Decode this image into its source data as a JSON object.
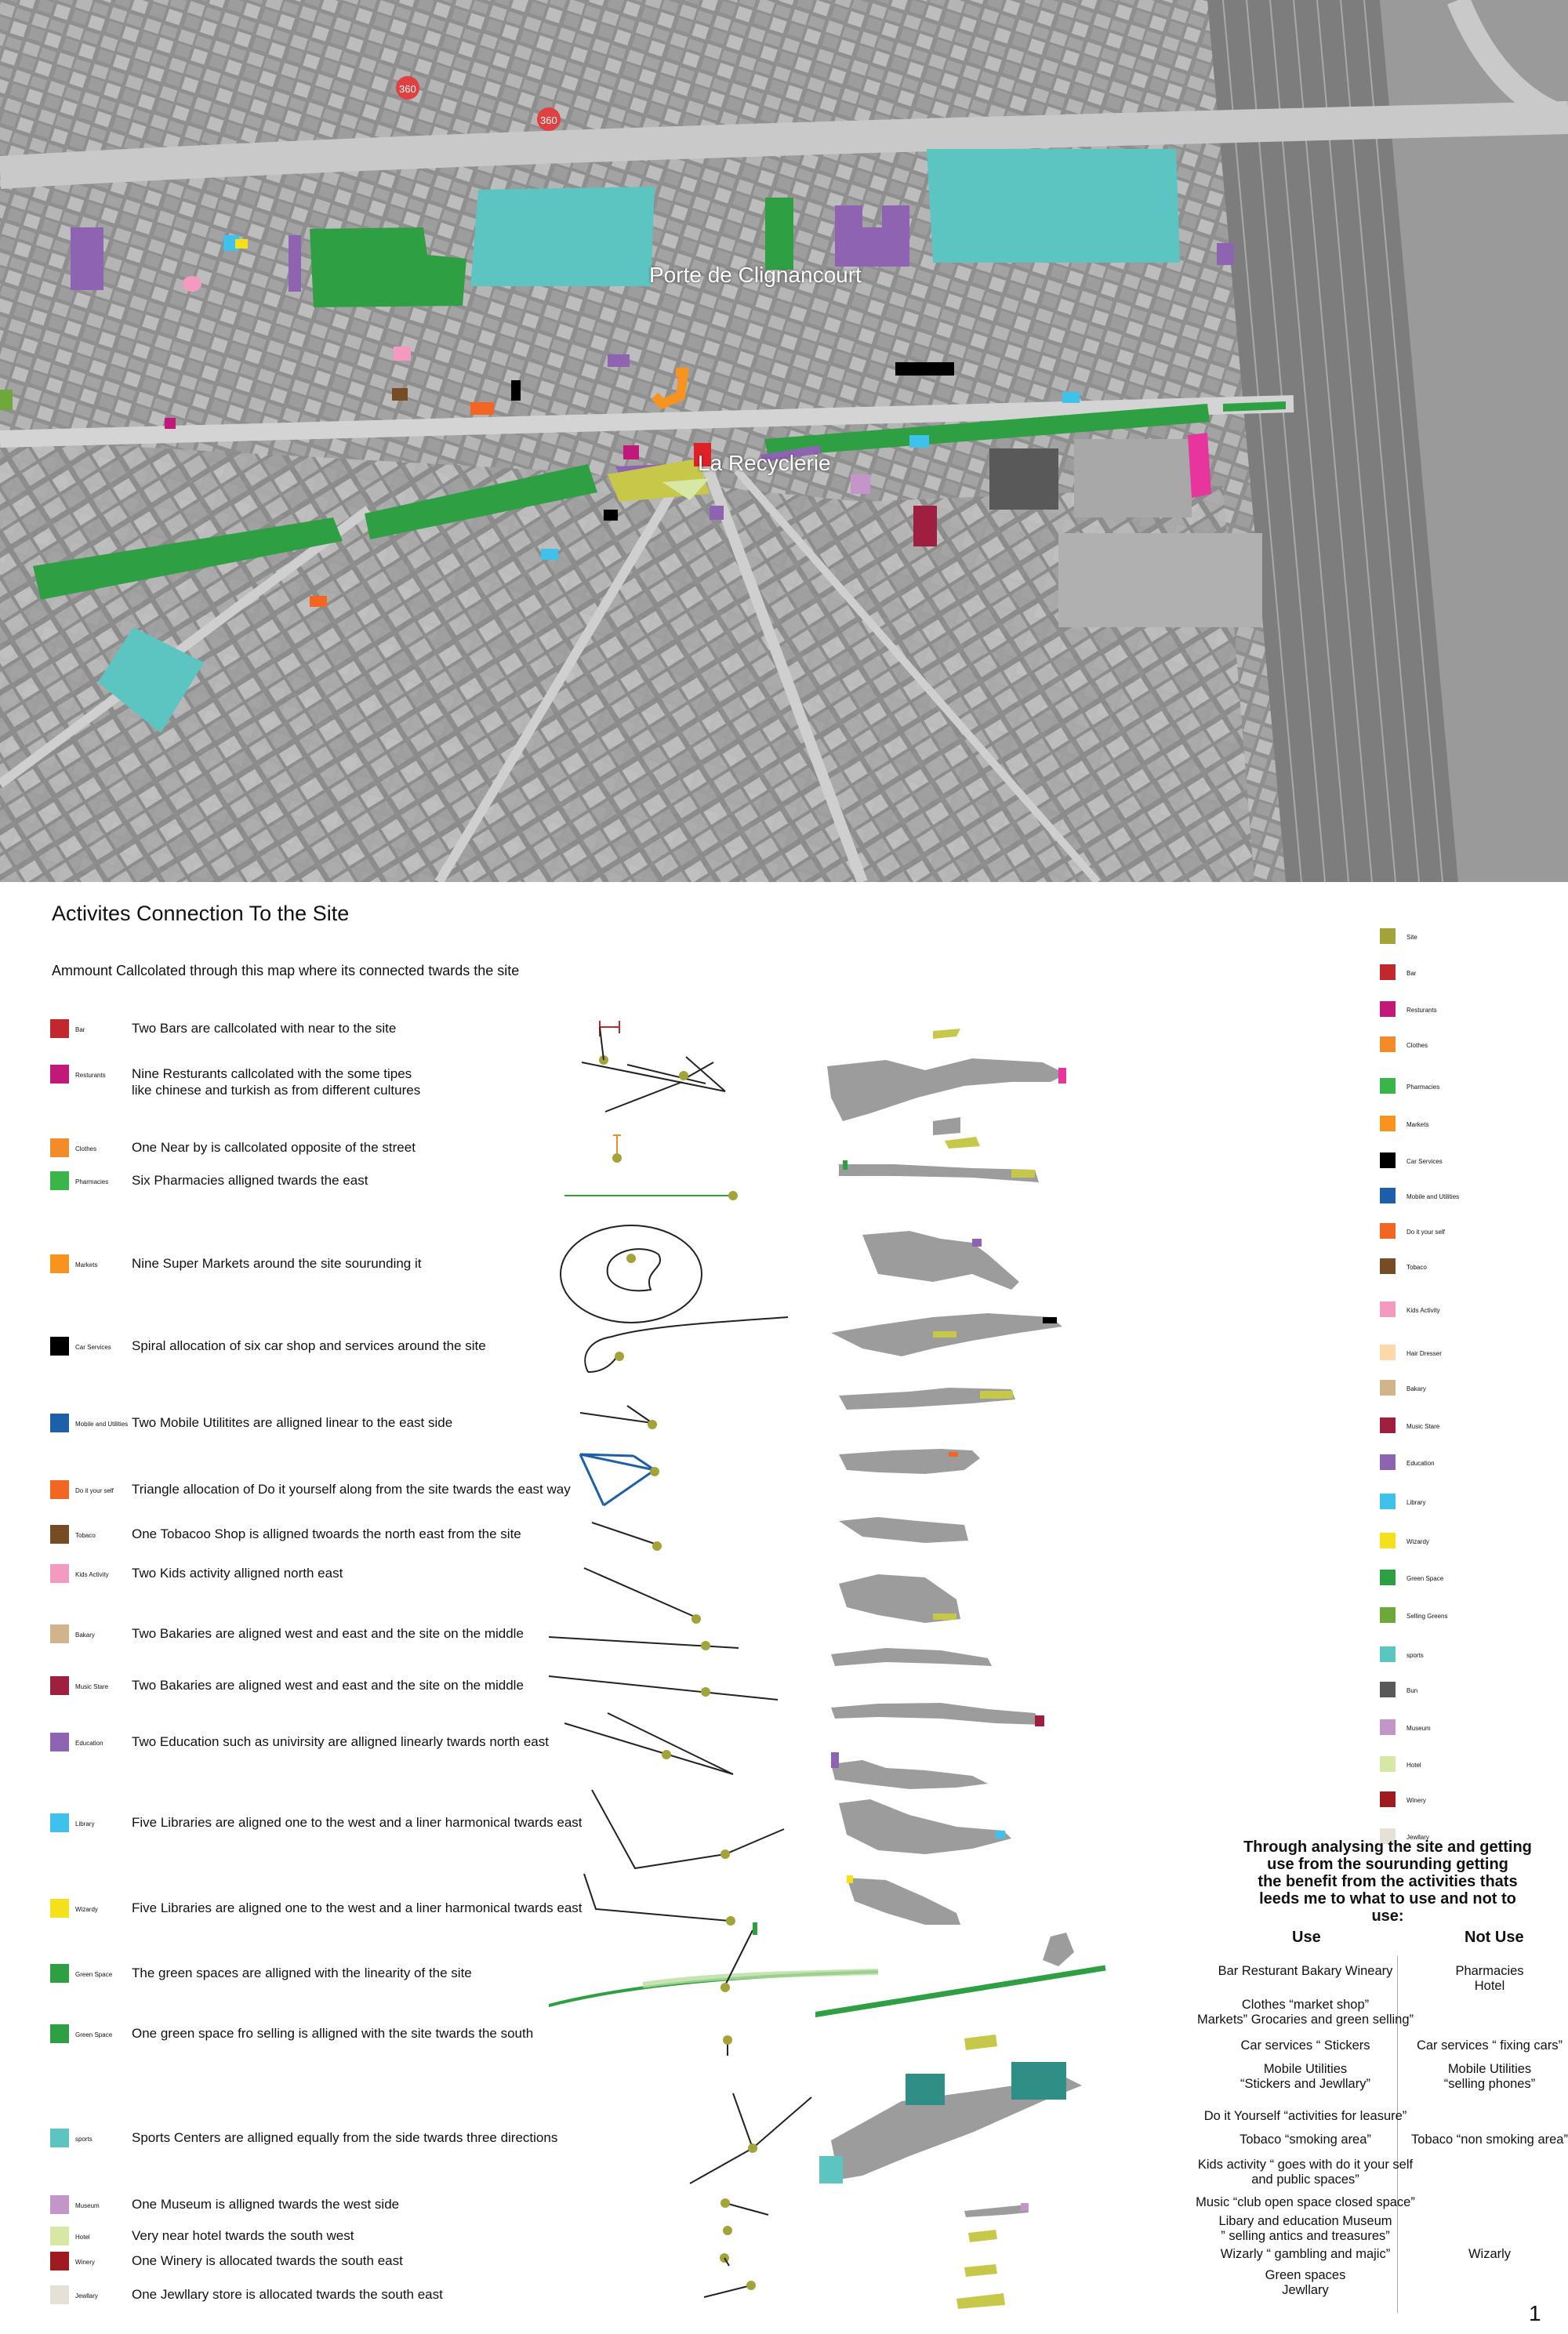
{
  "map": {
    "labels": [
      "Porte de Clignancourt",
      "La Recyclerie"
    ],
    "badges": [
      "360",
      "360"
    ]
  },
  "title": "Activites Connection To the Site",
  "subtitle": "Ammount Callcolated through this map where its connected twards the site",
  "rows": [
    {
      "label": "Bar",
      "color": "#c1272d",
      "desc": "Two Bars are callcolated with near to the site"
    },
    {
      "label": "Resturants",
      "color": "#c2187a",
      "desc": "Nine Resturants callcolated  with the some tipes\nlike chinese and turkish as from different cultures"
    },
    {
      "label": "Clothes",
      "color": "#f28c28",
      "desc": "One Near by is callcolated opposite of the street"
    },
    {
      "label": "Pharmacies",
      "color": "#3ab54a",
      "desc": "Six Pharmacies alligned twards the east"
    },
    {
      "label": "Markets",
      "color": "#f7931e",
      "desc": "Nine Super Markets around the site sourunding it"
    },
    {
      "label": "Car Services",
      "color": "#000000",
      "desc": "Spiral allocation of six car shop and services around the site"
    },
    {
      "label": "Mobile and Utilities",
      "color": "#1d5fa8",
      "desc": "Two Mobile Utilitites are alligned linear to the east side"
    },
    {
      "label": "Do it your self",
      "color": "#f26522",
      "desc": "Triangle allocation of Do it yourself along from the site twards the east way"
    },
    {
      "label": "Tobaco",
      "color": "#754c24",
      "desc": "One Tobacoo Shop is alligned twoards the north east from the site"
    },
    {
      "label": "Kids Activity",
      "color": "#f49ac1",
      "desc": "Two Kids activity alligned north east"
    },
    {
      "label": "Bakary",
      "color": "#d2b48c",
      "desc": "Two Bakaries are aligned west and east and the site on the middle"
    },
    {
      "label": "Music Stare",
      "color": "#9e1f3f",
      "desc": "Two Bakaries are aligned west and east and the site on the middle"
    },
    {
      "label": "Education",
      "color": "#8e63b1",
      "desc": "Two Education such as univirsity are alligned linearly twards north east"
    },
    {
      "label": "Library",
      "color": "#3ec1ea",
      "desc": "Five Libraries are aligned one to the west and a liner harmonical twards east"
    },
    {
      "label": "Wizardy",
      "color": "#f5e11b",
      "desc": "Five Libraries are aligned one to the west and a liner harmonical twards east"
    },
    {
      "label": "Green Space",
      "color": "#2ea043",
      "desc": "The green spaces are alligned with the linearity of the site"
    },
    {
      "label": "Green Space",
      "color": "#2ea043",
      "desc": "One green space fro selling is alligned with the site twards the south"
    },
    {
      "label": "sports",
      "color": "#5cc4c1",
      "desc": "Sports Centers are alligned equally from the side twards three directions"
    },
    {
      "label": "Museum",
      "color": "#c495c8",
      "desc": "One Museum is alligned twards the west side"
    },
    {
      "label": "Hotel",
      "color": "#d7e8a6",
      "desc": "Very near hotel twards the south west"
    },
    {
      "label": "Winery",
      "color": "#9e1b20",
      "desc": "One Winery is allocated twards the south east"
    },
    {
      "label": "Jewllary",
      "color": "#e6e1d6",
      "desc": "One Jewllary store is allocated twards the south east"
    }
  ],
  "legend": [
    {
      "label": "Site",
      "color": "#a3a33a"
    },
    {
      "label": "Bar",
      "color": "#c1272d"
    },
    {
      "label": "Resturants",
      "color": "#c2187a"
    },
    {
      "label": "Clothes",
      "color": "#f28c28"
    },
    {
      "label": "Pharmacies",
      "color": "#3ab54a"
    },
    {
      "label": "Markets",
      "color": "#f7931e"
    },
    {
      "label": "Car Services",
      "color": "#000000"
    },
    {
      "label": "Mobile and Utilities",
      "color": "#1d5fa8"
    },
    {
      "label": "Do it your self",
      "color": "#f26522"
    },
    {
      "label": "Tobaco",
      "color": "#754c24"
    },
    {
      "label": "Kids Activity",
      "color": "#f49ac1"
    },
    {
      "label": "Hair Dresser",
      "color": "#fcd9a6"
    },
    {
      "label": "Bakary",
      "color": "#d2b48c"
    },
    {
      "label": "Music Stare",
      "color": "#9e1f3f"
    },
    {
      "label": "Education",
      "color": "#8e63b1"
    },
    {
      "label": "Library",
      "color": "#3ec1ea"
    },
    {
      "label": "Wizardy",
      "color": "#f5e11b"
    },
    {
      "label": "Green Space",
      "color": "#2ea043"
    },
    {
      "label": "Selling Greens",
      "color": "#6ea83b"
    },
    {
      "label": "sports",
      "color": "#5cc4c1"
    },
    {
      "label": "Bun",
      "color": "#595959"
    },
    {
      "label": "Museum",
      "color": "#c495c8"
    },
    {
      "label": "Hotel",
      "color": "#d7e8a6"
    },
    {
      "label": "Winery",
      "color": "#9e1b20"
    },
    {
      "label": "Jewllary",
      "color": "#e6e1d6"
    }
  ],
  "summary": "Through analysing the site and getting\nuse from the sourunding getting\nthe benefit from the  activities thats\nleeds me to what to use and not to\nuse:",
  "use_heading": "Use",
  "notuse_heading": "Not Use",
  "use_items": [
    "Bar Resturant Bakary Wineary",
    "Clothes “market shop”\nMarkets” Grocaries and green selling”",
    "Car services “ Stickers",
    "Mobile Utilities\n“Stickers and Jewllary”",
    "Do it Yourself “activities for leasure”",
    "Tobaco “smoking area”",
    "Kids activity “ goes with do it your self\nand public spaces”",
    "Music “club open space closed space”",
    "Libary and education Museum\n” selling antics and treasures”",
    "Wizarly “ gambling and majic”",
    "Green spaces\nJewllary"
  ],
  "notuse_items": [
    "Pharmacies\nHotel",
    "Car services “ fixing cars”",
    "Mobile Utilities\n“selling phones”",
    "Tobaco “non smoking area”",
    "Wizarly"
  ],
  "page_number": "1"
}
